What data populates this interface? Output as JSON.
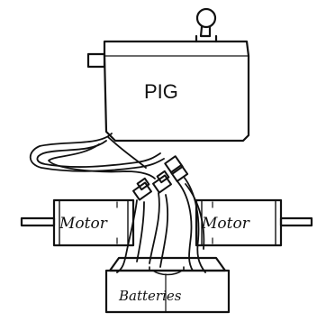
{
  "labels": {
    "pig": "PIG",
    "motor_left": "Motor",
    "motor_right": "Motor",
    "batteries": "Batteries"
  },
  "colors": {
    "stroke": "#111111",
    "background": "#ffffff"
  }
}
